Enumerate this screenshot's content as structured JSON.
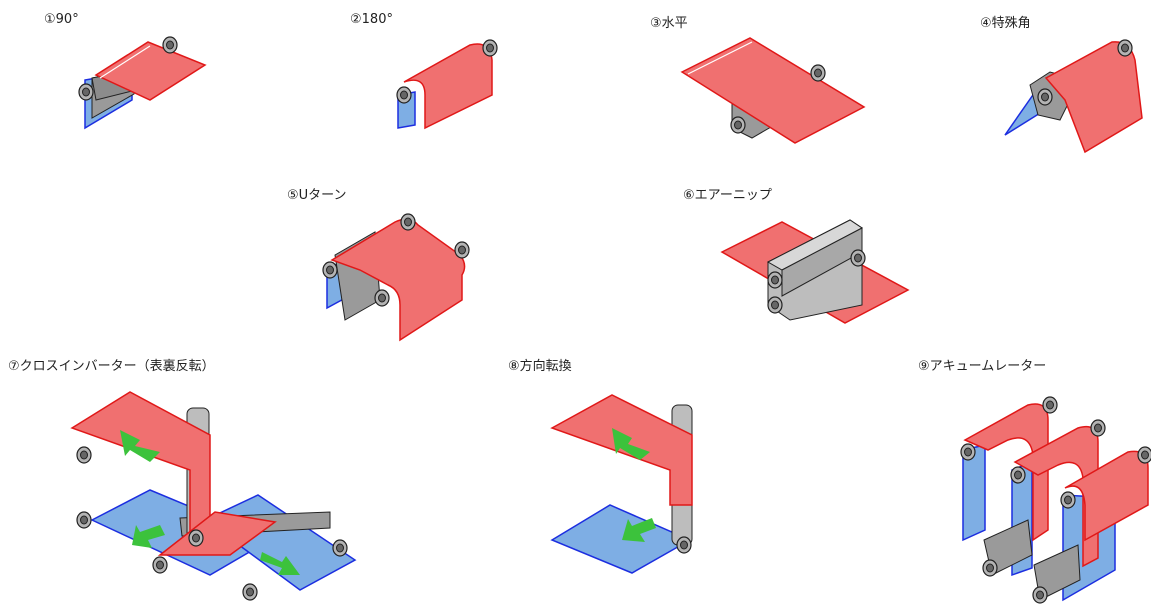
{
  "labels": {
    "p1": "①90°",
    "p2": "②180°",
    "p3": "③水平",
    "p4": "④特殊角",
    "p5": "⑤Uターン",
    "p6": "⑥エアーニップ",
    "p7": "⑦クロスインバーター（表裏反転）",
    "p8": "⑧方向転換",
    "p9": "⑨アキュームレーター"
  },
  "colors": {
    "red_web": "#f07070",
    "red_edge": "#e01818",
    "blue_web": "#7eaee4",
    "blue_edge": "#1c2ee0",
    "roller": "#c8c8c8",
    "roller_dark": "#8c8c8c",
    "arrow": "#3cc23c"
  }
}
